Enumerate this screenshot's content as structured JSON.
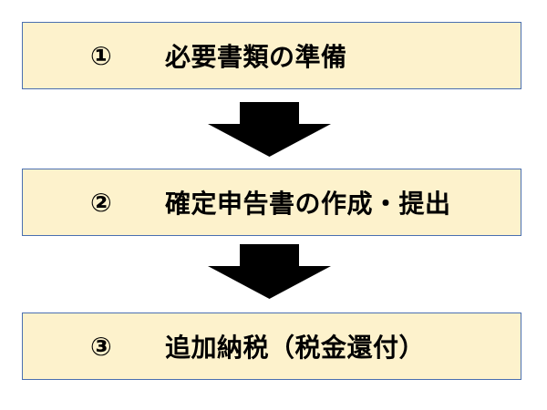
{
  "steps": [
    {
      "number": "①",
      "label": "必要書類の準備"
    },
    {
      "number": "②",
      "label": "確定申告書の作成・提出"
    },
    {
      "number": "③",
      "label": "追加納税（税金還付）"
    }
  ],
  "colors": {
    "box_fill": "#fdf2cc",
    "box_border": "#4a6fb0",
    "arrow": "#000000",
    "text": "#000000"
  }
}
